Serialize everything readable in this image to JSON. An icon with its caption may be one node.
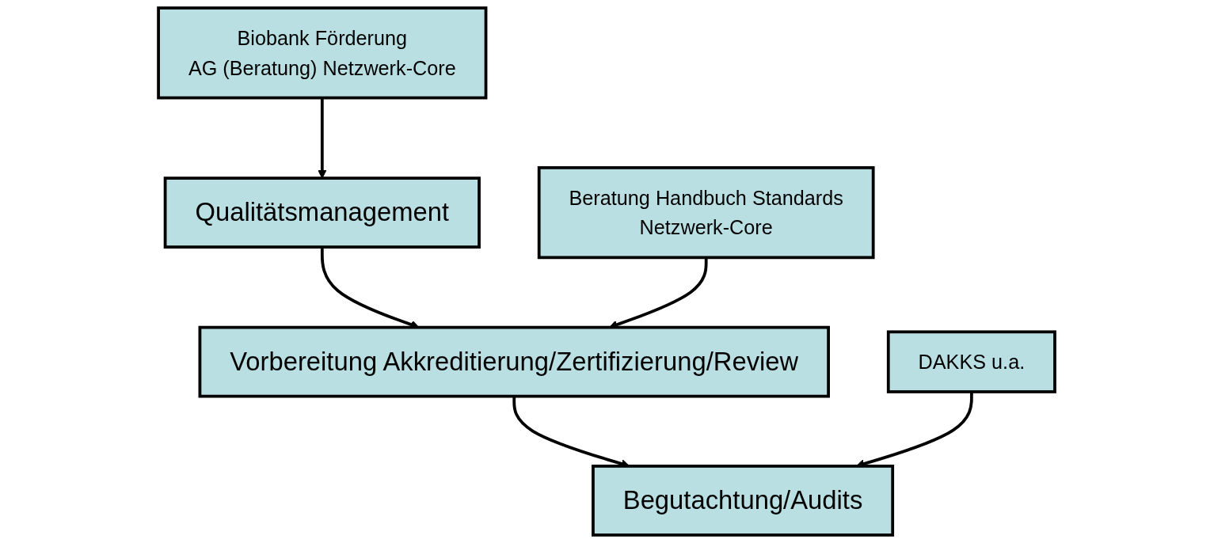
{
  "diagram": {
    "nodes": [
      {
        "text": [
          "Qualitätsmanagement"
        ]
      },
      {
        "text": [
          "Biobank Förderung",
          "AG (Beratung) Netzwerk-Core"
        ]
      },
      {
        "text": [
          "Vorbereitung Akkreditierung/Zertifizierung/Review"
        ]
      },
      {
        "text": [
          "Beratung Handbuch Standards",
          "Netzwerk-Core"
        ]
      },
      {
        "text": [
          "Begutachtung/Audits"
        ]
      },
      {
        "text": [
          "DAKKS u.a."
        ]
      }
    ],
    "edges": [
      {
        "from": 0,
        "to": 2,
        "arrow": "to"
      },
      {
        "from": 2,
        "to": 4,
        "arrow": "to"
      },
      {
        "from": 1,
        "to": 0,
        "arrow": "to"
      },
      {
        "from": 3,
        "to": 2,
        "arrow": "to"
      },
      {
        "from": 5,
        "to": 4,
        "arrow": "to"
      }
    ]
  }
}
